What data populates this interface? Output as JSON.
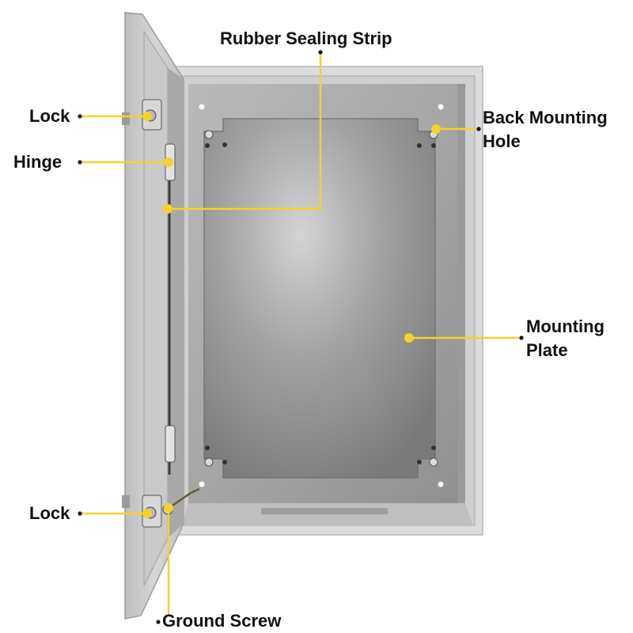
{
  "colors": {
    "callout": "#f5d22a",
    "label_text": "#111111",
    "cabinet_frame": "#d9d9d9",
    "plate": "#8c8c8c"
  },
  "labels": {
    "rubber_sealing_strip": "Rubber Sealing Strip",
    "lock_top": "Lock",
    "hinge": "Hinge",
    "back_mounting_hole_line1": "Back Mounting",
    "back_mounting_hole_line2": "Hole",
    "mounting_plate_line1": "Mounting",
    "mounting_plate_line2": "Plate",
    "lock_bottom": "Lock",
    "ground_screw": "Ground Screw"
  }
}
